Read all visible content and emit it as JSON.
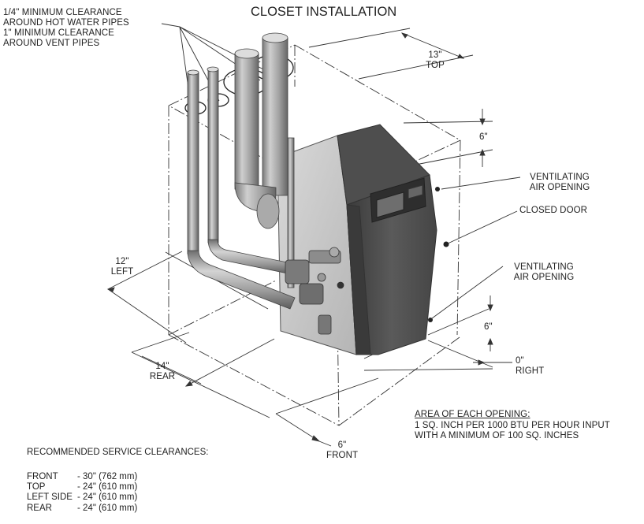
{
  "title": "CLOSET INSTALLATION",
  "callouts": {
    "hot_water_line1": "1/4\" MINIMUM CLEARANCE",
    "hot_water_line2": "AROUND HOT WATER PIPES",
    "vent_line1": "1\" MINIMUM CLEARANCE",
    "vent_line2": "AROUND VENT PIPES",
    "vent_opening_top_line1": "VENTILATING",
    "vent_opening_top_line2": "AIR OPENING",
    "closed_door": "CLOSED DOOR",
    "vent_opening_bottom_line1": "VENTILATING",
    "vent_opening_bottom_line2": "AIR OPENING"
  },
  "dimensions": {
    "top_value": "13\"",
    "top_label": "TOP",
    "upper_gap": "6\"",
    "left_value": "12\"",
    "left_label": "LEFT",
    "rear_value": "14\"",
    "rear_label": "REAR",
    "lower_gap": "6\"",
    "right_value": "0\"",
    "right_label": "RIGHT",
    "front_value": "6\"",
    "front_label": "FRONT"
  },
  "opening_note": {
    "heading": "AREA OF EACH OPENING:",
    "line1": "1 SQ. INCH PER 1000 BTU PER HOUR INPUT",
    "line2": "WITH A MINIMUM OF 100 SQ. INCHES"
  },
  "service": {
    "heading": "RECOMMENDED SERVICE CLEARANCES:",
    "rows": [
      {
        "name": "FRONT",
        "value": "- 30\" (762 mm)"
      },
      {
        "name": "TOP",
        "value": "- 24\" (610 mm)"
      },
      {
        "name": "LEFT SIDE",
        "value": "- 24\" (610 mm)"
      },
      {
        "name": "REAR",
        "value": "- 24\" (610 mm)"
      }
    ]
  }
}
